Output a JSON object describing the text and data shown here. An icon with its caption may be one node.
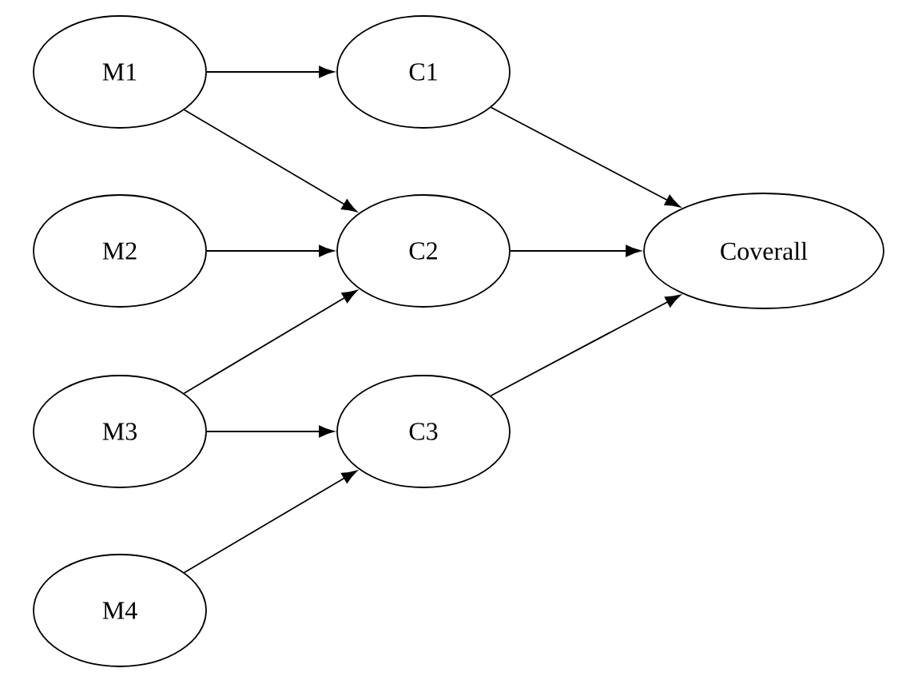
{
  "diagram": {
    "nodes": [
      {
        "text": [
          "M1"
        ]
      },
      {
        "text": [
          "C1"
        ]
      },
      {
        "text": [
          "M2"
        ]
      },
      {
        "text": [
          "C2"
        ]
      },
      {
        "text": [
          "Coverall"
        ]
      },
      {
        "text": [
          "M3"
        ]
      },
      {
        "text": [
          "C3"
        ]
      },
      {
        "text": [
          "M4"
        ]
      }
    ],
    "edges": [
      {
        "from": 0,
        "to": 1,
        "arrow": "to"
      },
      {
        "from": 0,
        "to": 3,
        "arrow": "to"
      },
      {
        "from": 2,
        "to": 3,
        "arrow": "to"
      },
      {
        "from": 5,
        "to": 3,
        "arrow": "to"
      },
      {
        "from": 5,
        "to": 6,
        "arrow": "to"
      },
      {
        "from": 7,
        "to": 6,
        "arrow": "to"
      },
      {
        "from": 1,
        "to": 4,
        "arrow": "to"
      },
      {
        "from": 3,
        "to": 4,
        "arrow": "to"
      },
      {
        "from": 6,
        "to": 4,
        "arrow": "to"
      }
    ]
  }
}
